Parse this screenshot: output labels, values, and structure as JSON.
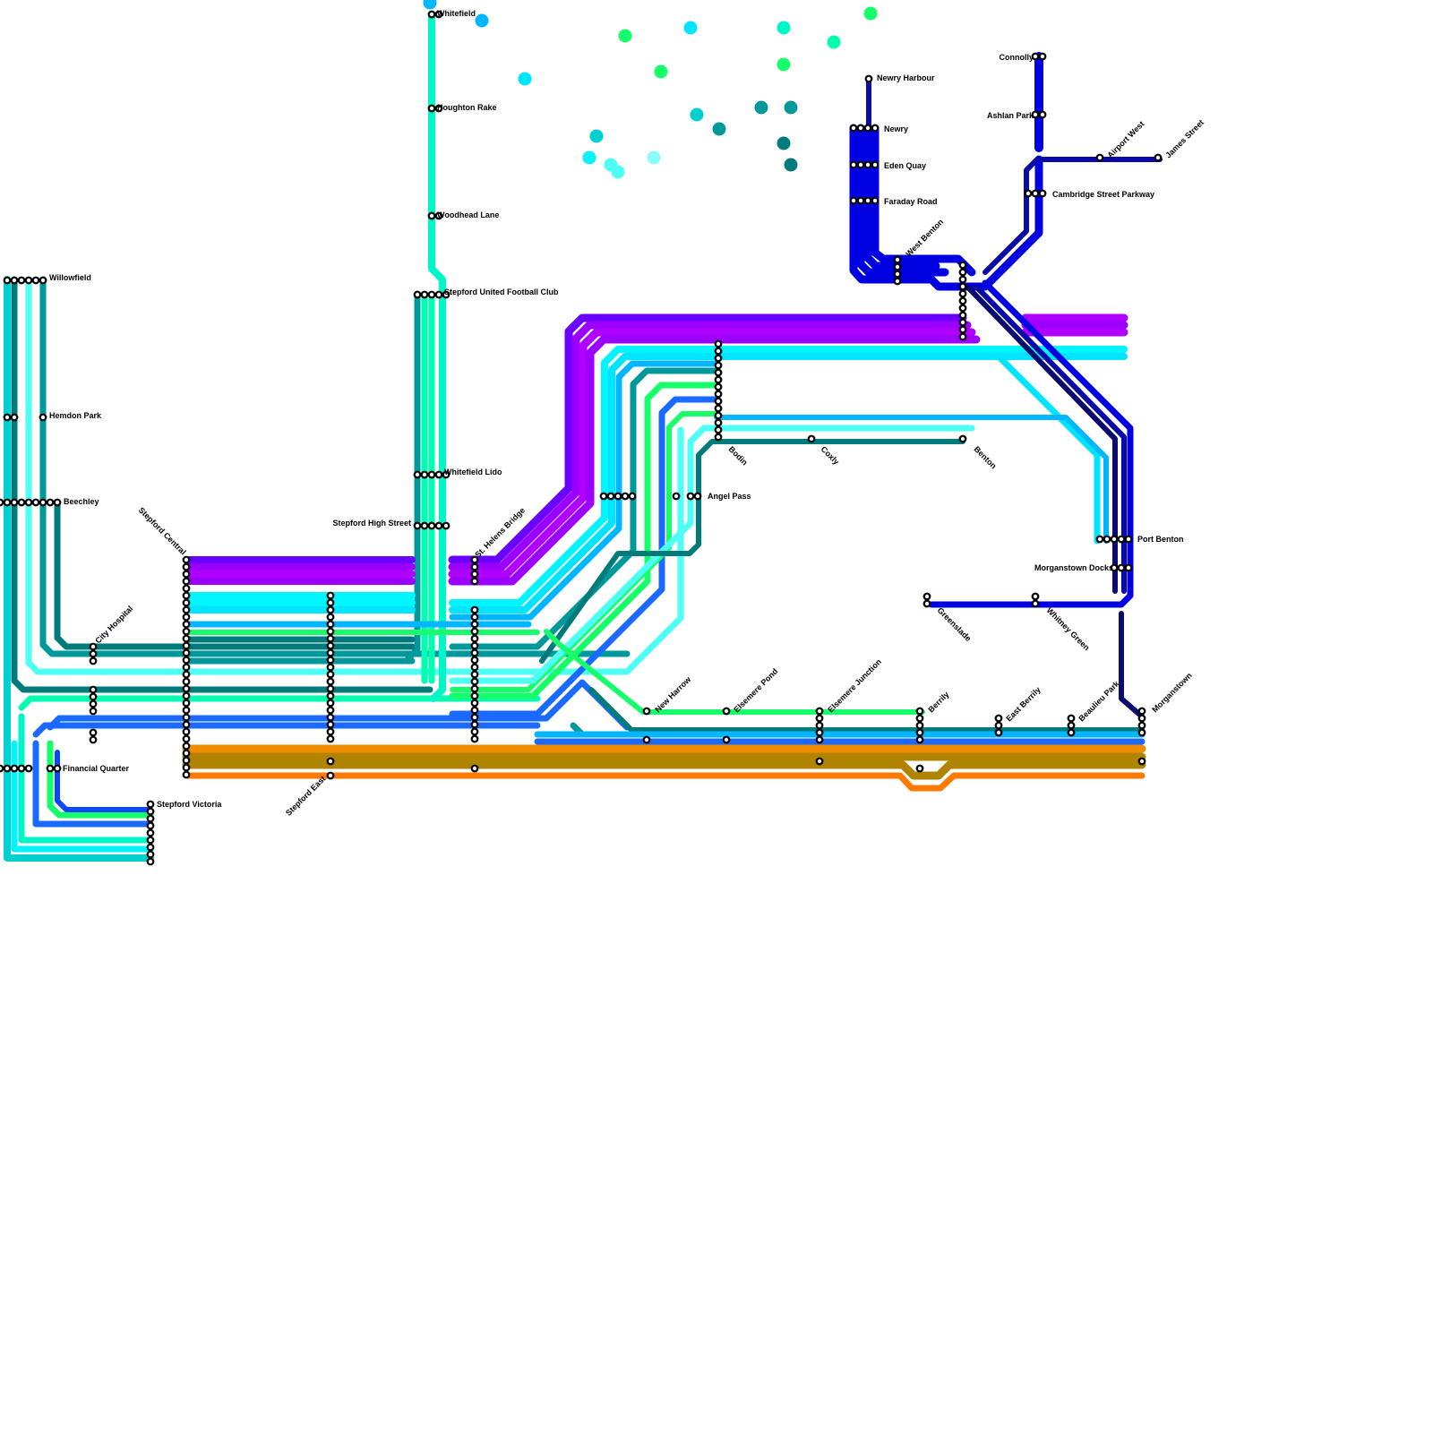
{
  "stations": {
    "whitefield": "Whitefield",
    "houghton_rake": "Houghton Rake",
    "woodhead_lane": "Woodhead Lane",
    "stepford_united": "Stepford United Football Club",
    "whitefield_lido": "Whitefield Lido",
    "stepford_high_street": "Stepford High Street",
    "st_helens_bridge": "St. Helens Bridge",
    "willowfield": "Willowfield",
    "hemdon_park": "Hemdon Park",
    "beechley": "Beechley",
    "city_hospital": "City Hospital",
    "stepford_central": "Stepford Central",
    "financial_quarter": "Financial Quarter",
    "stepford_victoria": "Stepford Victoria",
    "stepford_east": "Stepford East",
    "newry_harbour": "Newry Harbour",
    "newry": "Newry",
    "eden_quay": "Eden Quay",
    "faraday_road": "Faraday Road",
    "west_benton": "West Benton",
    "connolly": "Connolly",
    "ashlan_park": "Ashlan Park",
    "airport_west": "Airport West",
    "james_street": "James Street",
    "cambridge_street_parkway": "Cambridge Street Parkway",
    "bodin": "Bodin",
    "coxly": "Coxly",
    "benton": "Benton",
    "angel_pass": "Angel Pass",
    "port_benton": "Port Benton",
    "morganstown_docks": "Morganstown Docks",
    "greenslade": "Greenslade",
    "whitney_green": "Whitney Green",
    "new_harrow": "New Harrow",
    "elsemere_pond": "Elsemere Pond",
    "elsemere_junction": "Elsemere Junction",
    "berrily": "Berrily",
    "east_berrily": "East Berrily",
    "beaulieu_park": "Beaulieu Park",
    "morganstown": "Morganstown"
  },
  "colors": {
    "violet": "#6a00ff",
    "purple": "#9b00ff",
    "magenta": "#b000ff",
    "cyan": "#00e5ff",
    "aqua": "#00f5ff",
    "sky": "#00b7ff",
    "lightcyan": "#4dfff5",
    "teal": "#00999b",
    "darkteal": "#007b7b",
    "green": "#16ff6a",
    "mint": "#00ffb0",
    "seafoam": "#00f5c8",
    "blue": "#1a6aff",
    "royal": "#0d47ff",
    "navy": "#0a0aa8",
    "deepblue": "#0000e0",
    "indigo": "#0a0a70",
    "orange": "#ff7a00",
    "amber": "#f08c00",
    "olive": "#b08400",
    "turquoise": "#00d0d0"
  }
}
